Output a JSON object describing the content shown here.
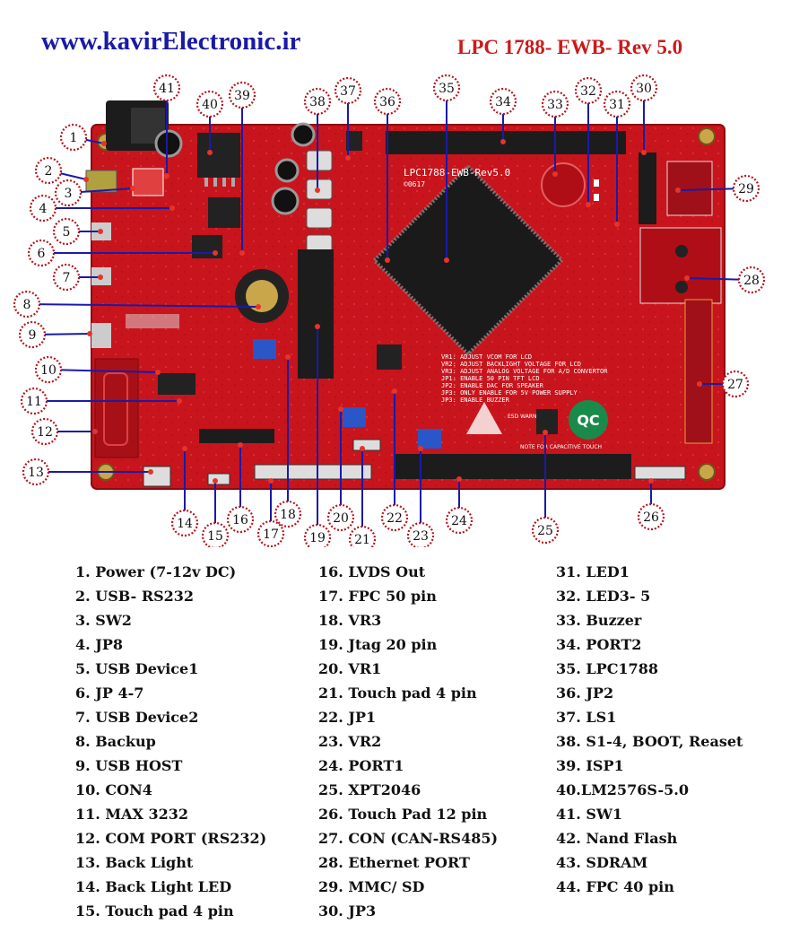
{
  "header": {
    "website": "www.kavirElectronic.ir",
    "board_title": "LPC 1788- EWB- Rev 5.0"
  },
  "board": {
    "silkscreen_name": "LPC1788-EWB-Rev5.0",
    "silkscreen_code": "©0617",
    "qc_badge": "QC",
    "esd_warning": "ESD WARNING",
    "note_capacitive": "NOTE FOR CAPACITIVE TOUCH",
    "notes": [
      "VR1: ADJUST VCOM FOR LCD",
      "VR2: ADJUST BACKLIGHT VOLTAGE FOR LCD",
      "VR3: ADJUST ANALOG VOLTAGE FOR A/D CONVERTOR",
      "JP1: ENABLE 50 PIN TFT LCD",
      "JP2: ENABLE DAC FOR SPEAKER",
      "JP3: ONLY ENABLE FOR 5V POWER SUPPLY",
      "JP3: ENABLE BUZZER"
    ],
    "colors": {
      "pcb": "#c8141c",
      "pcb_dark": "#9c0c12",
      "marker_ring": "#b8141c",
      "leader": "#1a1aa8",
      "text": "#111111"
    }
  },
  "markers": [
    "1",
    "2",
    "3",
    "4",
    "5",
    "6",
    "7",
    "8",
    "9",
    "10",
    "11",
    "12",
    "13",
    "14",
    "15",
    "16",
    "17",
    "18",
    "19",
    "20",
    "21",
    "22",
    "23",
    "24",
    "25",
    "26",
    "27",
    "28",
    "29",
    "30",
    "31",
    "32",
    "33",
    "34",
    "35",
    "36",
    "37",
    "38",
    "39",
    "40",
    "41"
  ],
  "legend": {
    "column1": [
      "1. Power (7-12v DC)",
      "2. USB- RS232",
      "3. SW2",
      "4. JP8",
      "5. USB Device1",
      "6. JP 4-7",
      "7. USB Device2",
      "8. Backup",
      "9. USB HOST",
      "10. CON4",
      "11. MAX 3232",
      "12. COM PORT (RS232)",
      "13. Back Light",
      "14. Back Light LED",
      "15. Touch pad 4 pin"
    ],
    "column2": [
      "16. LVDS Out",
      "17. FPC 50 pin",
      "18. VR3",
      "19. Jtag 20 pin",
      "20. VR1",
      "21. Touch pad 4 pin",
      "22. JP1",
      "23. VR2",
      "24. PORT1",
      "25. XPT2046",
      "26. Touch Pad 12 pin",
      "27. CON (CAN-RS485)",
      "28. Ethernet PORT",
      "29. MMC/ SD",
      "30. JP3"
    ],
    "column3": [
      "31. LED1",
      "32. LED3- 5",
      "33. Buzzer",
      "34. PORT2",
      "35. LPC1788",
      "36. JP2",
      "37. LS1",
      "38. S1-4, BOOT, Reaset",
      "39. ISP1",
      "40.LM2576S-5.0",
      "41. SW1",
      "42. Nand Flash",
      "43. SDRAM",
      "44. FPC 40 pin"
    ]
  }
}
